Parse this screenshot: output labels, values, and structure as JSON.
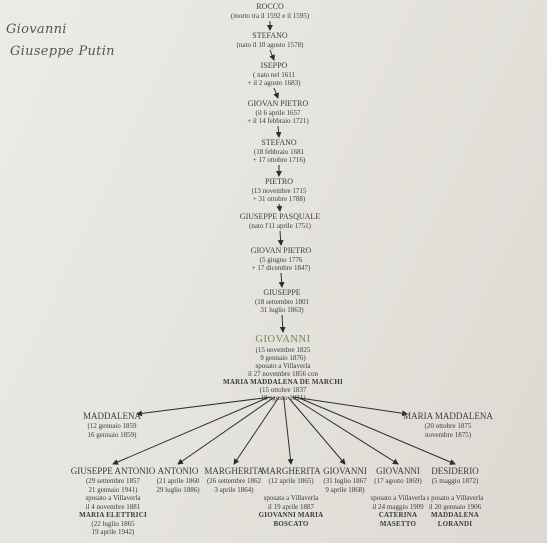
{
  "heading": {
    "line1": "Giovanni",
    "line2": "Giuseppe Putin"
  },
  "lineage": [
    {
      "name": "ROCCO",
      "lines": [
        "(morto tra il 1592 e il 1595)"
      ]
    },
    {
      "name": "STEFANO",
      "lines": [
        "(nato il 10 agosto 1578)"
      ]
    },
    {
      "name": "ISEPPO",
      "lines": [
        "( nato nel 1611",
        "+ il 2 agosto 1683)"
      ]
    },
    {
      "name": "GIOVAN PIETRO",
      "lines": [
        "(il 6 aprile 1657",
        "+ il 14 febbraio 1721)"
      ]
    },
    {
      "name": "STEFANO",
      "lines": [
        "(18 febbraio 1681",
        "+ 17 ottobre 1716)"
      ]
    },
    {
      "name": "PIETRO",
      "lines": [
        "(13 novembre 1715",
        "+ 31 ottobre 1788)"
      ]
    },
    {
      "name": "GIUSEPPE PASQUALE",
      "lines": [
        "(nato l'11 aprile 1751)"
      ]
    },
    {
      "name": "GIOVAN PIETRO",
      "lines": [
        "(5 giugno 1776",
        "+ 17 dicembre 1847)"
      ]
    },
    {
      "name": "GIUSEPPE",
      "lines": [
        "(18 settembre 1801",
        "31 luglio 1863)"
      ]
    }
  ],
  "main": {
    "name": "GIOVANNI",
    "lines": [
      "(15 novembre 1825",
      "9 gennaio 1876)",
      "sposato a Villaverla",
      "il 27 novembre 1856 con"
    ],
    "spouse": "MARIA MADDALENA DE MARCHI",
    "spouse_lines": [
      "(15 ottobre 1837",
      "18 agosto 1921)"
    ]
  },
  "children_upper": [
    {
      "name": "MADDALENA",
      "lines": [
        "(12 gennaio 1859",
        "16 gennaio 1859)"
      ]
    },
    {
      "name": "MARIA MADDALENA",
      "lines": [
        "(20 ottobre 1875",
        "novembre 1875)"
      ]
    }
  ],
  "children_lower": [
    {
      "name": "GIUSEPPE ANTONIO",
      "lines": [
        "(29 settembre 1857",
        "21 gennaio 1941)",
        "sposato a Villaverla",
        "il 4 novembre 1881"
      ],
      "spouse": "MARIA ELETTRICI",
      "spouse_lines": [
        "(22 luglio 1865",
        "19 aprile 1942)"
      ]
    },
    {
      "name": "ANTONIO",
      "lines": [
        "(21 aprile 1860",
        "29 luglio 1886)"
      ]
    },
    {
      "name": "MARGHERITA",
      "lines": [
        "(26 settembre 1862",
        "3 aprile 1864)"
      ]
    },
    {
      "name": "MARGHERITA",
      "lines": [
        "(12 aprile 1865)",
        "",
        "sposata a Villaverla",
        "il 19 aprile 1887"
      ],
      "spouse": "GIOVANNI MARIA",
      "spouse2": "BOSCATO"
    },
    {
      "name": "GIOVANNI",
      "lines": [
        "(31 luglio 1867",
        "9 aprile 1868)"
      ]
    },
    {
      "name": "GIOVANNI",
      "lines": [
        "(17 agosto 1869)",
        "",
        "sposato a Villaverla",
        "il 24 maggio 1909"
      ],
      "spouse": "CATERINA",
      "spouse2": "MASETTO"
    },
    {
      "name": "DESIDERIO",
      "lines": [
        "(5 maggio 1872)",
        "",
        "s posato a Villaverla",
        "il 20 gennaio 1906"
      ],
      "spouse": "MADDALENA",
      "spouse2": "LORANDI"
    }
  ]
}
